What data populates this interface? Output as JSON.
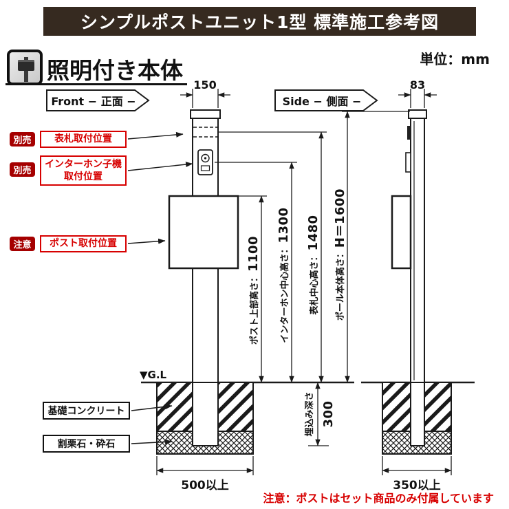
{
  "colors": {
    "header_bg": "#362a20",
    "accent_red": "#d70000",
    "badge_red": "#a50000",
    "line_black": "#1a1a1a"
  },
  "header": {
    "title": "シンプルポストユニット1型 標準施工参考図"
  },
  "meta": {
    "unit_label": "単位：mm"
  },
  "section": {
    "title": "照明付き本体"
  },
  "views": {
    "front": {
      "banner": "Front − 正面 −",
      "top_width": "150",
      "base_width": "500以上"
    },
    "side": {
      "banner": "Side − 側面 −",
      "top_width": "83",
      "base_width": "350以上"
    }
  },
  "callouts": {
    "nameplate": {
      "badge": "別売",
      "label": "表札取付位置"
    },
    "intercom": {
      "badge": "別売",
      "label_line1": "インターホン子機",
      "label_line2": "取付位置"
    },
    "post": {
      "badge": "注意",
      "label": "ポスト取付位置"
    }
  },
  "dimensions": {
    "post_top": {
      "label": "ポスト上部高さ：",
      "value": "1100"
    },
    "intercom_center": {
      "label": "インターホン中心高さ：",
      "value": "1300"
    },
    "nameplate_center": {
      "label": "表札中心高さ：",
      "value": "1480"
    },
    "pole_height": {
      "label": "ポール本体高さ：",
      "value": "H＝1600"
    },
    "embed": {
      "label": "埋込み深さ",
      "value": "300"
    }
  },
  "ground": {
    "gl_label": "▼G.L",
    "concrete_label": "基礎コンクリート",
    "stone_label": "割栗石・砕石"
  },
  "footer": {
    "note": "注意：ポストはセット商品のみ付属しています"
  }
}
